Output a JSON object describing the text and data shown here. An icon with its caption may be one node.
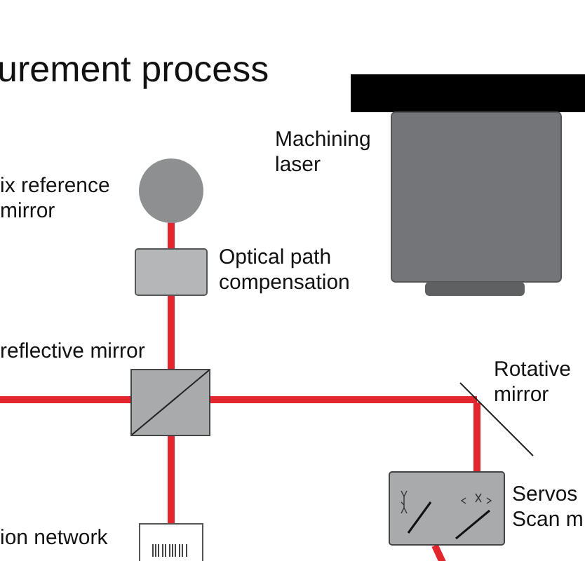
{
  "diagram": {
    "title": "urement process",
    "nodes": [
      {
        "text": [
          "ix reference mirror"
        ]
      },
      {
        "text": [
          "Optical path compensation"
        ]
      },
      {
        "text": [
          "reflective mirror"
        ]
      },
      {
        "text": [
          "Machining laser"
        ]
      },
      {
        "text": [
          "Rotative mirror"
        ]
      },
      {
        "text": [
          "Servos Scan m"
        ]
      },
      {
        "text": [
          "ion network"
        ]
      }
    ],
    "edges": [
      {
        "from": 0,
        "to": 1,
        "arrow": "none"
      },
      {
        "from": 1,
        "to": 2,
        "arrow": "none"
      },
      {
        "from": null,
        "to": 2,
        "arrow": "none"
      },
      {
        "from": 2,
        "to": 4,
        "arrow": "none"
      },
      {
        "from": 4,
        "to": 5,
        "arrow": "none"
      },
      {
        "from": 2,
        "to": 6,
        "arrow": "none"
      },
      {
        "from": 5,
        "to": null,
        "arrow": "none"
      }
    ]
  }
}
